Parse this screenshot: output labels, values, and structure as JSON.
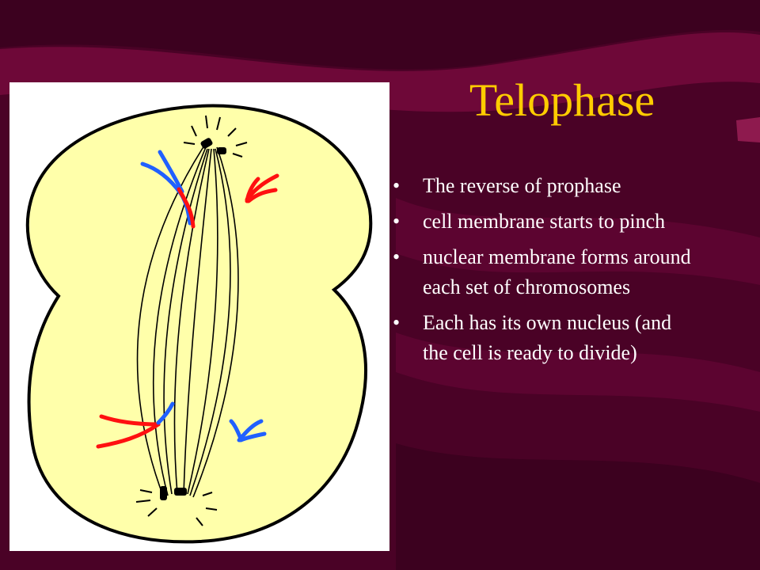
{
  "slide": {
    "title": "Telophase",
    "bullets": [
      "The reverse of prophase",
      "cell membrane starts to pinch",
      "nuclear membrane forms around each set of chromosomes",
      "Each has its own nucleus (and the cell is ready to divide)"
    ],
    "bullet_glyph": "•"
  },
  "colors": {
    "background": "#4a0226",
    "band": "#6e0838",
    "title": "#ffcc00",
    "text": "#ffffff",
    "cytoplasm": "#ffffaa",
    "chromosome_red": "#ff1010",
    "chromosome_blue": "#2060ff"
  }
}
